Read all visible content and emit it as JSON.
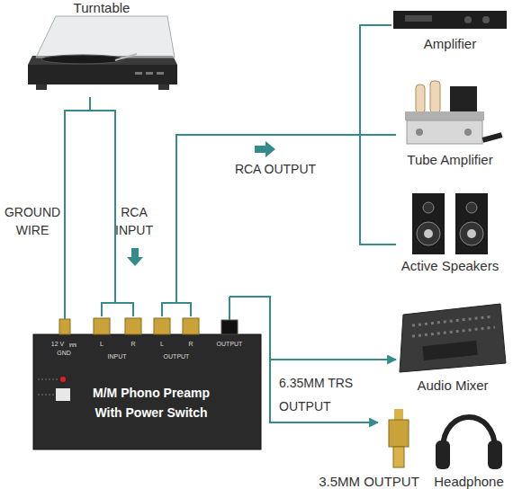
{
  "diagram": {
    "nodes": [
      {
        "text": [
          "Turntable"
        ]
      },
      {
        "text": [
          "Amplifier"
        ]
      },
      {
        "text": [
          "Tube Amplifier"
        ]
      },
      {
        "text": [
          "Active Speakers"
        ]
      },
      {
        "text": [
          "12 V",
          "GND",
          "L",
          "R",
          "INPUT",
          "L",
          "R",
          "OUTPUT",
          "OUTPUT",
          "M/M Phono Preamp With Power Switch"
        ]
      },
      {
        "text": [
          "Audio Mixer"
        ]
      },
      {
        "text": [
          "3.5MM OUTPUT"
        ]
      },
      {
        "text": [
          "Headphone"
        ]
      }
    ],
    "edges": [
      {
        "from": 0,
        "to": 4,
        "label": "GROUND WIRE",
        "arrow": "none"
      },
      {
        "from": 0,
        "to": 4,
        "label": "RCA INPUT",
        "arrow": "none"
      },
      {
        "from": 4,
        "to": 1,
        "label": "RCA OUTPUT",
        "arrow": "none"
      },
      {
        "from": 4,
        "to": 2,
        "arrow": "none"
      },
      {
        "from": 4,
        "to": 3,
        "arrow": "none"
      },
      {
        "from": 4,
        "to": 5,
        "label": "6.35MM TRS OUTPUT",
        "arrow": "to"
      },
      {
        "from": 4,
        "to": 6,
        "arrow": "to"
      }
    ]
  }
}
